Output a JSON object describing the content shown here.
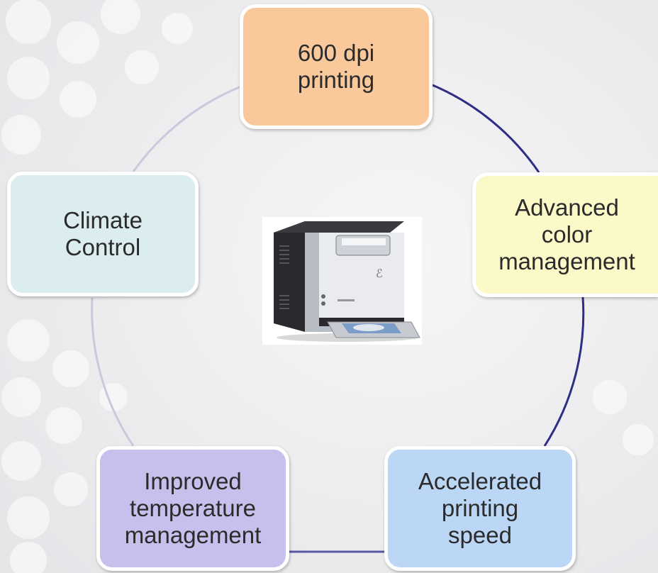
{
  "diagram": {
    "center_image": "printer-photo",
    "nodes": [
      {
        "id": "top",
        "label": "600 dpi\nprinting",
        "color": "#f9c99c"
      },
      {
        "id": "right",
        "label": "Advanced\ncolor\nmanagement",
        "color": "#fbf9c8"
      },
      {
        "id": "bottom-right",
        "label": "Accelerated\nprinting\nspeed",
        "color": "#bcd7f6"
      },
      {
        "id": "bottom-left",
        "label": "Improved\ntemperature\nmanagement",
        "color": "#c6c1ec"
      },
      {
        "id": "left",
        "label": "Climate\nControl",
        "color": "#dcedf0"
      }
    ],
    "ring_color_dark": "#2e2e86",
    "ring_color_light": "#c8c8da"
  }
}
